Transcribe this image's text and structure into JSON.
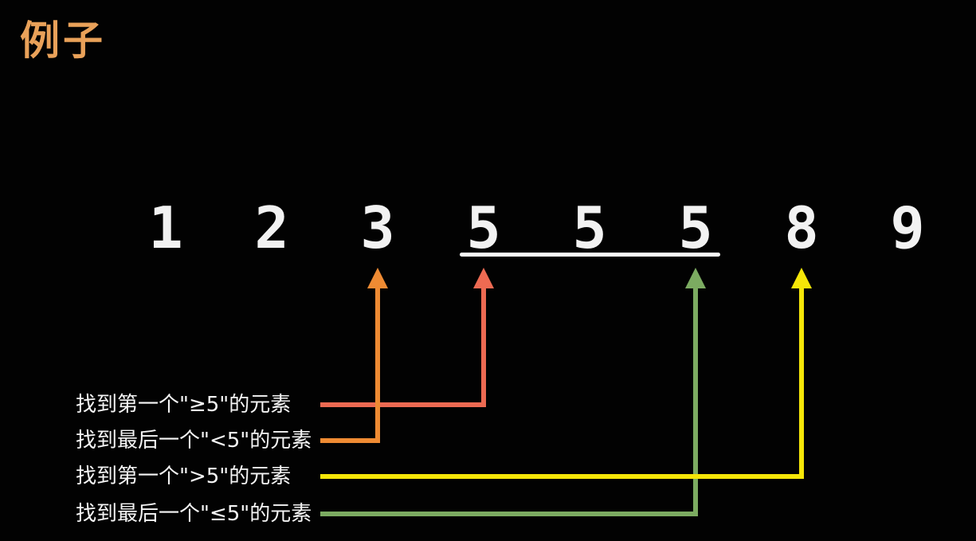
{
  "title": "例子",
  "colors": {
    "background": "#020202",
    "title": "#E9A159",
    "number_text": "#F2F2F2",
    "label_text": "#F5F5F5",
    "underline": "#FFFFFF"
  },
  "sequence": {
    "values": [
      "1",
      "2",
      "3",
      "5",
      "5",
      "5",
      "8",
      "9"
    ],
    "underline_from_index": 3,
    "underline_to_index": 5
  },
  "annotations": [
    {
      "label": "找到第一个\"≥5\"的元素",
      "color_name": "red",
      "color": "#ED6A52",
      "points_to_index": 3
    },
    {
      "label": "找到最后一个\"<5\"的元素",
      "color_name": "orange",
      "color": "#EF8B33",
      "points_to_index": 2
    },
    {
      "label": "找到第一个\">5\"的元素",
      "color_name": "yellow",
      "color": "#F5E608",
      "points_to_index": 6
    },
    {
      "label": "找到最后一个\"≤5\"的元素",
      "color_name": "green",
      "color": "#7CAB61",
      "points_to_index": 5
    }
  ]
}
